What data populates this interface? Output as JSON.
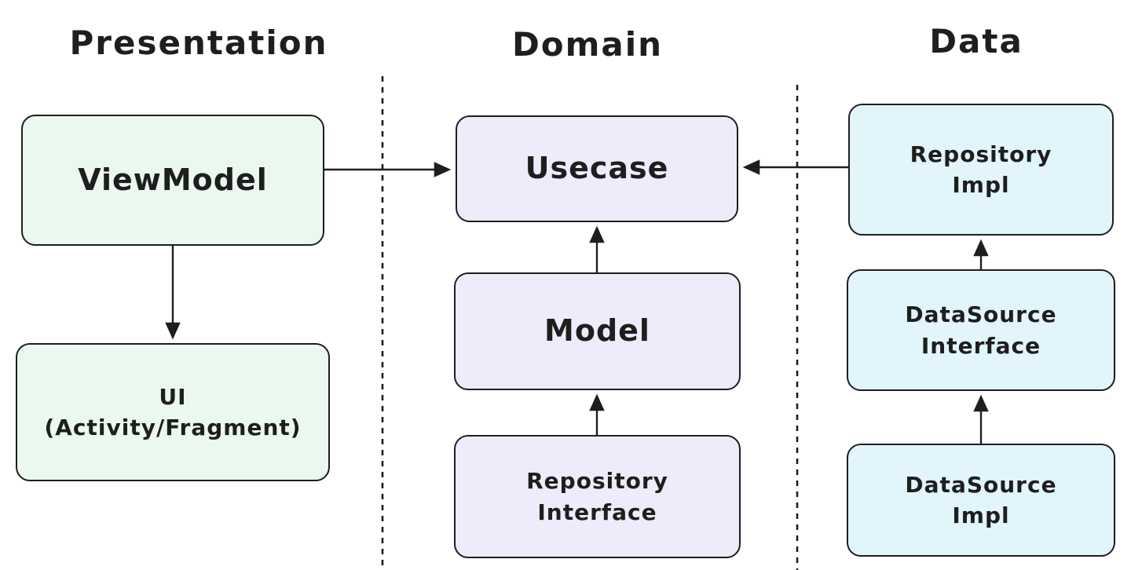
{
  "diagram": {
    "type": "architecture-diagram",
    "colors": {
      "background": "#ffffff",
      "stroke": "#1e1e1e",
      "presentation_fill": "#eaf8ef",
      "domain_fill": "#eeebfa",
      "data_fill": "#e2f5fb"
    },
    "columns": [
      {
        "title": "Presentation",
        "fill": "#eaf8ef",
        "nodes": [
          {
            "label": "ViewModel"
          },
          {
            "label": "UI\n(Activity/Fragment)"
          }
        ]
      },
      {
        "title": "Domain",
        "fill": "#eeebfa",
        "nodes": [
          {
            "label": "Usecase"
          },
          {
            "label": "Model"
          },
          {
            "label": "Repository\nInterface"
          }
        ]
      },
      {
        "title": "Data",
        "fill": "#e2f5fb",
        "nodes": [
          {
            "label": "Repository\nImpl"
          },
          {
            "label": "DataSource\nInterface"
          },
          {
            "label": "DataSource\nImpl"
          }
        ]
      }
    ],
    "edges": [
      {
        "from": "ViewModel",
        "to": "Usecase",
        "direction": "right"
      },
      {
        "from": "Repository Impl",
        "to": "Usecase",
        "direction": "left"
      },
      {
        "from": "ViewModel",
        "to": "UI (Activity/Fragment)",
        "direction": "down"
      },
      {
        "from": "Model",
        "to": "Usecase",
        "direction": "up"
      },
      {
        "from": "Repository Interface",
        "to": "Model",
        "direction": "up"
      },
      {
        "from": "DataSource Interface",
        "to": "Repository Impl",
        "direction": "up"
      },
      {
        "from": "DataSource Impl",
        "to": "DataSource Interface",
        "direction": "up"
      }
    ],
    "dividers": [
      {
        "between": "Presentation|Domain",
        "style": "dashed-vertical"
      },
      {
        "between": "Domain|Data",
        "style": "dashed-vertical"
      }
    ]
  }
}
